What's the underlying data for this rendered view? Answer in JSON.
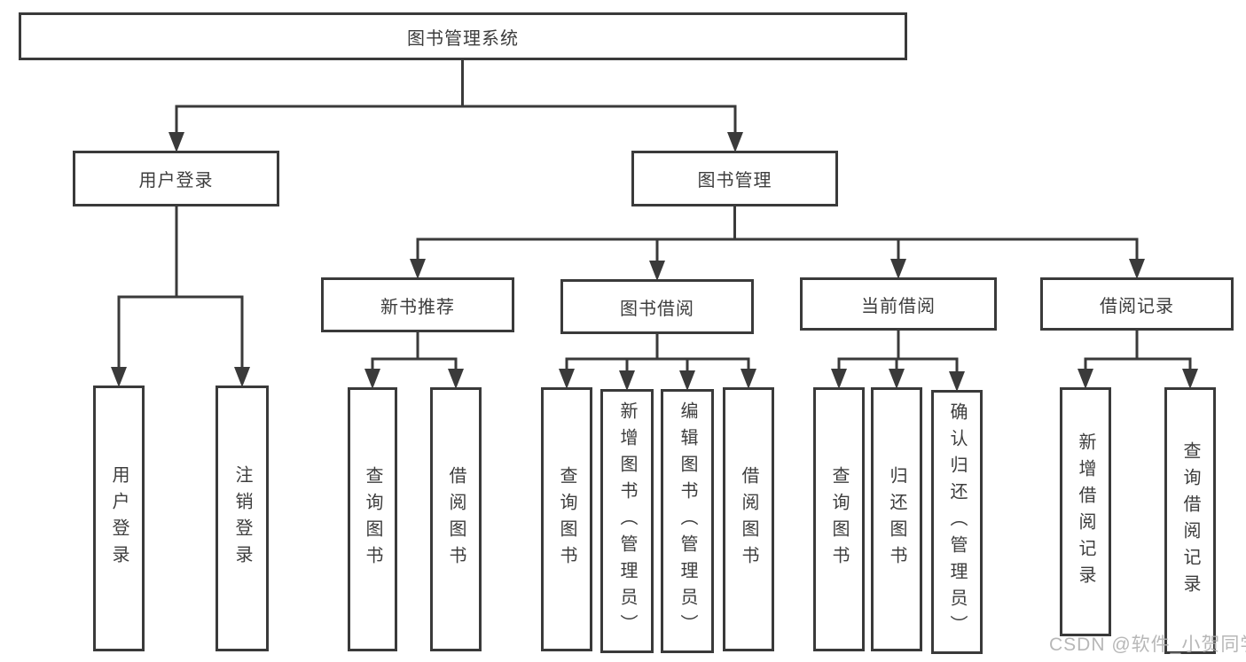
{
  "nodes": {
    "root": "图书管理系统",
    "l2_user_login": "用户登录",
    "l2_book_mgmt": "图书管理",
    "l3_new_book": "新书推荐",
    "l3_book_borrow": "图书借阅",
    "l3_current_borrow": "当前借阅",
    "l3_borrow_record": "借阅记录",
    "leaf_user_login": "用户登录",
    "leaf_logout": "注销登录",
    "leaf_nb_query": "查询图书",
    "leaf_nb_borrow": "借阅图书",
    "leaf_bb_query": "查询图书",
    "leaf_bb_add": "新增图书（管理员）",
    "leaf_bb_edit": "编辑图书（管理员）",
    "leaf_bb_borrow": "借阅图书",
    "leaf_cb_query": "查询图书",
    "leaf_cb_return": "归还图书",
    "leaf_cb_confirm": "确认归还（管理员）",
    "leaf_br_add": "新增借阅记录",
    "leaf_br_query": "查询借阅记录"
  },
  "watermark": "CSDN @软件_小贺同学",
  "colors": {
    "line": "#3a3a3a",
    "box_border": "#3a3a3a",
    "text": "#3d3d3d",
    "watermark": "#afafaf",
    "background": "#ffffff"
  }
}
